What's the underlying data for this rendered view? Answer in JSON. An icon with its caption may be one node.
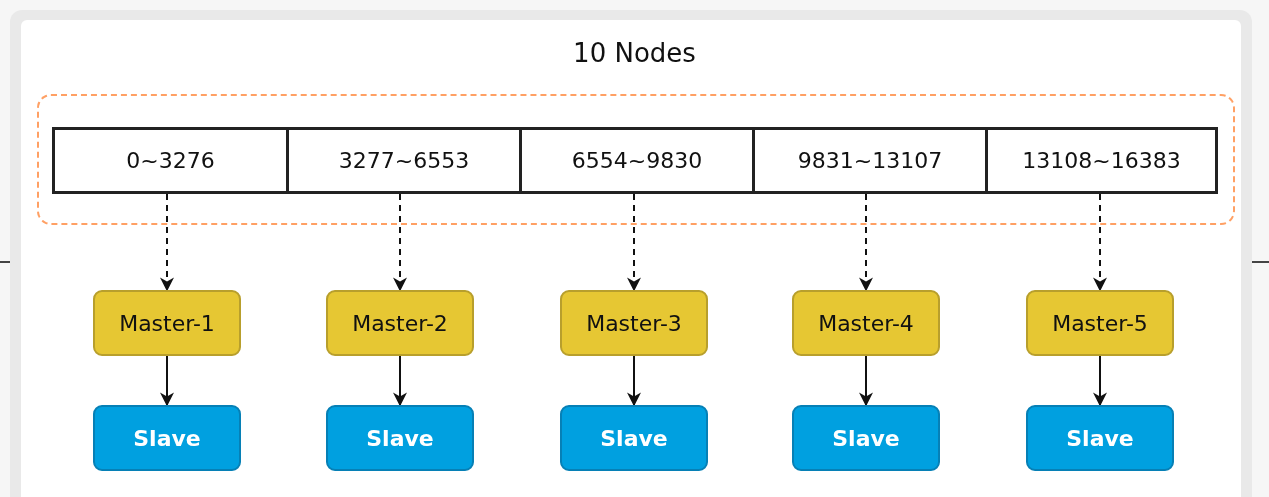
{
  "diagram": {
    "title": "10 Nodes",
    "nodes": [
      {
        "text": [],
        "shape": "box"
      },
      {
        "text": [
          "0~3276"
        ],
        "in": 0
      },
      {
        "text": [
          "3277~6553"
        ],
        "in": 0
      },
      {
        "text": [
          "6554~9830"
        ],
        "in": 0
      },
      {
        "text": [
          "9831~13107"
        ],
        "in": 0
      },
      {
        "text": [
          "13108~16383"
        ],
        "in": 0
      },
      {
        "text": [
          "Master-1"
        ]
      },
      {
        "text": [
          "Master-2"
        ]
      },
      {
        "text": [
          "Master-3"
        ]
      },
      {
        "text": [
          "Master-4"
        ]
      },
      {
        "text": [
          "Master-5"
        ]
      },
      {
        "text": [
          "Slave"
        ]
      },
      {
        "text": [
          "Slave"
        ]
      },
      {
        "text": [
          "Slave"
        ]
      },
      {
        "text": [
          "Slave"
        ]
      },
      {
        "text": [
          "Slave"
        ]
      }
    ],
    "edges": [
      {
        "from": 1,
        "to": 6,
        "arrow": "to",
        "style": "dashed"
      },
      {
        "from": 2,
        "to": 7,
        "arrow": "to",
        "style": "dashed"
      },
      {
        "from": 3,
        "to": 8,
        "arrow": "to",
        "style": "dashed"
      },
      {
        "from": 4,
        "to": 9,
        "arrow": "to",
        "style": "dashed"
      },
      {
        "from": 5,
        "to": 10,
        "arrow": "to",
        "style": "dashed"
      },
      {
        "from": 6,
        "to": 11,
        "arrow": "to"
      },
      {
        "from": 7,
        "to": 12,
        "arrow": "to"
      },
      {
        "from": 8,
        "to": 13,
        "arrow": "to"
      },
      {
        "from": 9,
        "to": 14,
        "arrow": "to"
      },
      {
        "from": 10,
        "to": 15,
        "arrow": "to"
      }
    ]
  }
}
